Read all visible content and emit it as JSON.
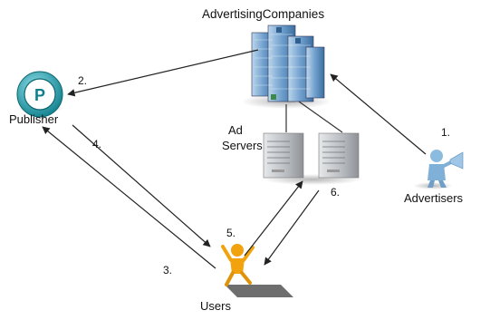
{
  "nodes": {
    "advertising_companies": "AdvertisingCompanies",
    "publisher": "Publisher",
    "publisher_logo_letter": "P",
    "ad_servers_line1": "Ad",
    "ad_servers_line2": "Servers",
    "advertisers": "Advertisers",
    "users": "Users"
  },
  "steps": {
    "s1": "1.",
    "s2": "2.",
    "s3": "3.",
    "s4": "4.",
    "s5": "5.",
    "s6": "6."
  },
  "colors": {
    "building": "#5a8fc2",
    "publisher_logo": "#1f9aa7",
    "server": "#b8bcc0",
    "advertiser_figure": "#7fb0d8",
    "user_figure": "#f2a20c",
    "arrow": "#222222"
  }
}
